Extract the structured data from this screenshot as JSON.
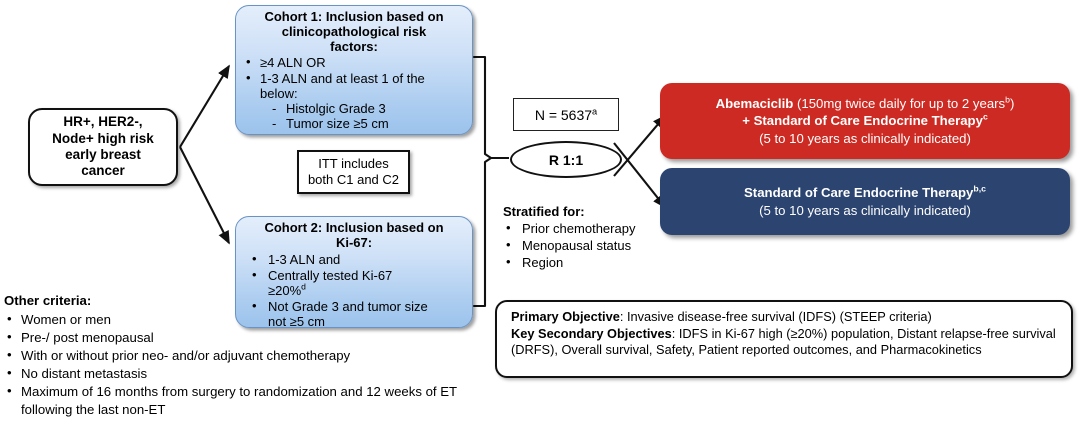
{
  "population": {
    "label": "HR+, HER2-,\nNode+ high risk\nearly breast\ncancer"
  },
  "cohort1": {
    "title": "Cohort 1: Inclusion based on clinicopathological risk factors:",
    "items": [
      "≥4 ALN OR",
      "1-3 ALN and at least 1 of the below:"
    ],
    "subitems": [
      "Histolgic Grade 3",
      "Tumor size ≥5 cm"
    ]
  },
  "cohort2": {
    "title": "Cohort 2: Inclusion based on Ki-67:",
    "items": [
      "1-3 ALN and",
      "Centrally tested Ki-67 ≥20%",
      "Not Grade 3 and tumor size not ≥5 cm"
    ],
    "item2_superscript": "d"
  },
  "itt_note": {
    "label": "ITT includes\nboth C1 and C2"
  },
  "enrollment": {
    "label": "N = 5637",
    "superscript": "a"
  },
  "randomization": {
    "label": "R 1:1"
  },
  "stratification": {
    "title": "Stratified for:",
    "items": [
      "Prior chemotherapy",
      "Menopausal status",
      "Region"
    ]
  },
  "arms": [
    {
      "name": "abemaciclib-arm",
      "drug": "Abemaciclib",
      "dose": "(150mg twice daily for up to 2 years",
      "dose_superscript": "b",
      "dose_close": ")",
      "combo": "+ Standard of Care Endocrine Therapy",
      "combo_superscript": "c",
      "duration": "(5 to 10 years as clinically indicated)",
      "color": "#cc2a22"
    },
    {
      "name": "control-arm",
      "treatment": "Standard of Care Endocrine Therapy",
      "treatment_superscript": "b,c",
      "duration": "(5 to 10 years as clinically indicated)",
      "color": "#2c4470"
    }
  ],
  "objectives": {
    "primary_label": "Primary Objective",
    "primary_text": ": Invasive disease-free survival (IDFS) (STEEP criteria)",
    "secondary_label": "Key Secondary Objectives",
    "secondary_text": ": IDFS in Ki-67 high (≥20%) population, Distant relapse-free survival (DRFS), Overall survival, Safety, Patient reported outcomes, and Pharmacokinetics"
  },
  "other_criteria": {
    "title": "Other criteria:",
    "items": [
      "Women or men",
      "Pre-/ post menopausal",
      "With or without prior neo- and/or adjuvant chemotherapy",
      "No distant metastasis",
      "Maximum of 16 months from surgery to randomization and 12 weeks of ET following the last non-ET"
    ]
  },
  "colors": {
    "arm_abemaciclib": "#cc2a22",
    "arm_control": "#2c4470",
    "cohort_fill_top": "#e4eefb",
    "cohort_fill_bottom": "#9cc3ec",
    "cohort_border": "#6a93c4",
    "line": "#111111"
  }
}
